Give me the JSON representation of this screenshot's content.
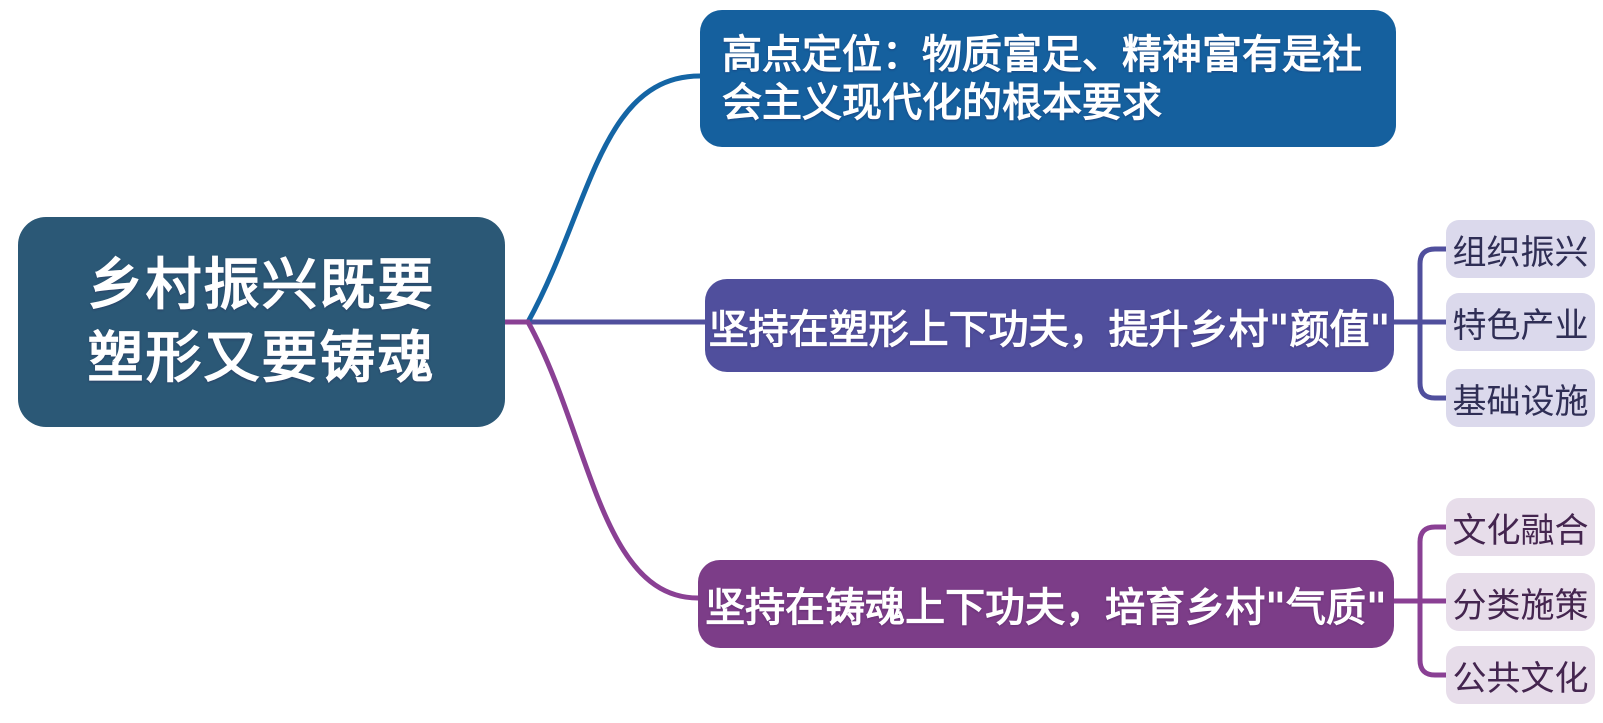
{
  "diagram": {
    "root": {
      "label_lines": [
        "乡村振兴既要",
        "塑形又要铸魂"
      ]
    },
    "branches": [
      {
        "id": "top",
        "label": "高点定位：物质富足、精神富有是社会主义现代化的根本要求",
        "children": []
      },
      {
        "id": "middle",
        "label": "坚持在塑形上下功夫，提升乡村\"颜值\"",
        "children": [
          "组织振兴",
          "特色产业",
          "基础设施"
        ]
      },
      {
        "id": "bottom",
        "label": "坚持在铸魂上下功夫，培育乡村\"气质\"",
        "children": [
          "文化融合",
          "分类施策",
          "公共文化"
        ]
      }
    ],
    "colors": {
      "canvas_bg": "#ffffff",
      "root_fill": "#2b5876",
      "branch_top_fill": "#15609e",
      "branch_middle_fill": "#504f9d",
      "branch_bottom_fill": "#7c3d88",
      "child_top_fill": "#dbd9ec",
      "child_top_text": "#2f2e55",
      "child_bottom_fill": "#e7ddea",
      "child_bottom_text": "#44254f",
      "line_blue": "#1465a5",
      "line_indigo": "#504f9d",
      "line_purple": "#8a4094",
      "node_text": "#ffffff"
    }
  }
}
